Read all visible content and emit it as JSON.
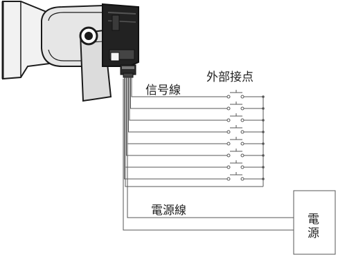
{
  "labels": {
    "signal_line": "信号線",
    "external_contacts": "外部接点",
    "power_line": "電源線",
    "power_supply_line1": "電",
    "power_supply_line2": "源"
  },
  "device": {
    "type": "horn speaker",
    "icon": "horn-speaker-icon"
  },
  "contacts": {
    "count": 8,
    "icon": "switch-contact-icon"
  },
  "colors": {
    "line": "#555555",
    "text": "#222222",
    "speaker_light": "#eeeeee",
    "speaker_dark": "#1a1a1a"
  }
}
